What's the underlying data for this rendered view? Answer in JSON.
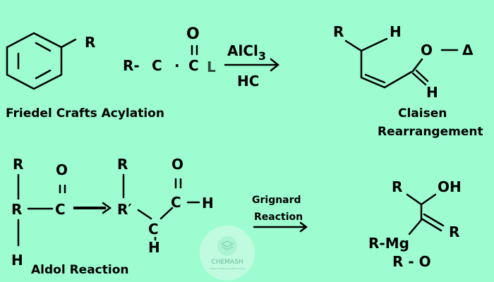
{
  "friedel": {
    "r_sub": "R",
    "r": "R-",
    "c1": "C",
    "dot": "·",
    "c2": "C",
    "l": "L",
    "o": "O",
    "dbl": "=",
    "reagent_top": "AlCl",
    "reagent_sub": "3",
    "reagent_bottom": "HC",
    "caption": "Friedel Crafts Acylation"
  },
  "claisen": {
    "r": "R",
    "h1": "H",
    "o": "O",
    "dash": "—",
    "delta": "Δ",
    "h2": "H",
    "caption_line1": "Claisen",
    "caption_line2": "Rearrangement"
  },
  "aldol": {
    "r_top": "R",
    "r_mid": "R",
    "h_bottom": "H",
    "c": "C",
    "o": "O",
    "dbl": "=",
    "r2_top": "R",
    "r_prime": "R′",
    "c2": "C",
    "o2": "O",
    "dbl2": "=",
    "h2": "H",
    "c3": "C",
    "h3": "H",
    "caption": "Aldol Reaction"
  },
  "grignard": {
    "label_line1": "Grignard",
    "label_line2": "Reaction",
    "r1": "R",
    "oh": "OH",
    "r2": "R",
    "rmg": "R-Mg",
    "ro": "R - O"
  },
  "watermark": {
    "brand": "CHEMASH",
    "tagline": "Crafting Chemistry for a better tomorrow"
  },
  "colors": {
    "background": "#9dfcd0",
    "l_color": "#2e4a3c"
  }
}
